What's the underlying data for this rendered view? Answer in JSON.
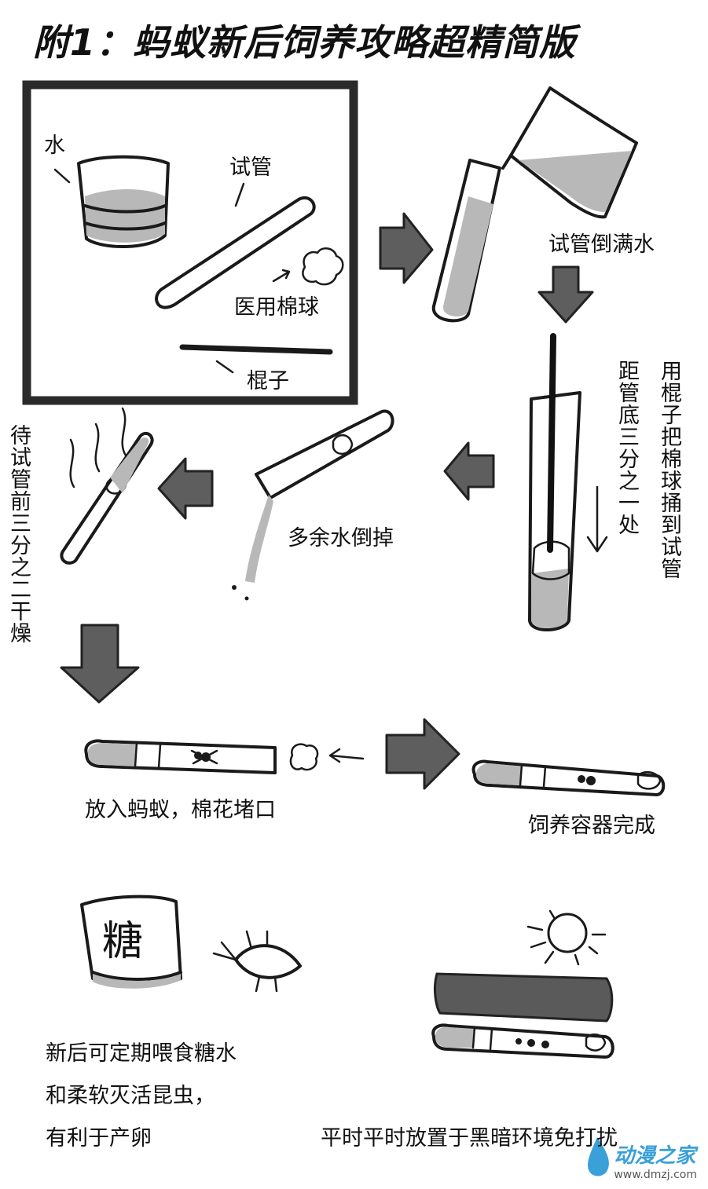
{
  "title": "附1：蚂蚁新后饲养攻略超精简版",
  "panel1": {
    "water_label": "水",
    "tube_label": "试管",
    "cotton_label": "医用棉球",
    "stick_label": "棍子"
  },
  "steps": {
    "fill_water": "试管倒满水",
    "push_cotton": "用棍子把棉球捅到试管",
    "push_cotton_distance": "距管底三分之一处",
    "pour_excess": "多余水倒掉",
    "dry_tube": "待试管前三分之二干燥",
    "add_ant": "放入蚂蚁，棉花堵口",
    "container_done": "饲养容器完成"
  },
  "tips": {
    "feeding_line1": "新后可定期喂食糖水",
    "feeding_line2": "和柔软灭活昆虫，",
    "feeding_line3": "有利于产卵",
    "sugar_char": "糖",
    "placement": "平时平时放置于黑暗环境免打扰"
  },
  "watermark": {
    "name": "动漫之家",
    "url": "www.dmzj.com"
  }
}
